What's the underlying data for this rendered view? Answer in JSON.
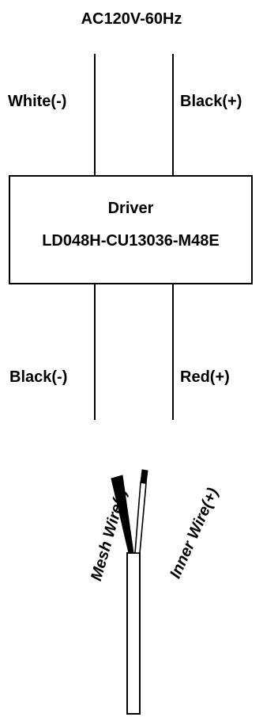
{
  "supply": {
    "label": "AC120V-60Hz"
  },
  "input_wires": {
    "left_label": "White(-)",
    "right_label": "Black(+)"
  },
  "driver": {
    "title": "Driver",
    "model": "LD048H-CU13036-M48E"
  },
  "output_wires": {
    "left_label": "Black(-)",
    "right_label": "Red(+)"
  },
  "cable": {
    "mesh_wire_label": "Mesh Wire(-)",
    "inner_wire_label": "Inner Wire(+)"
  }
}
